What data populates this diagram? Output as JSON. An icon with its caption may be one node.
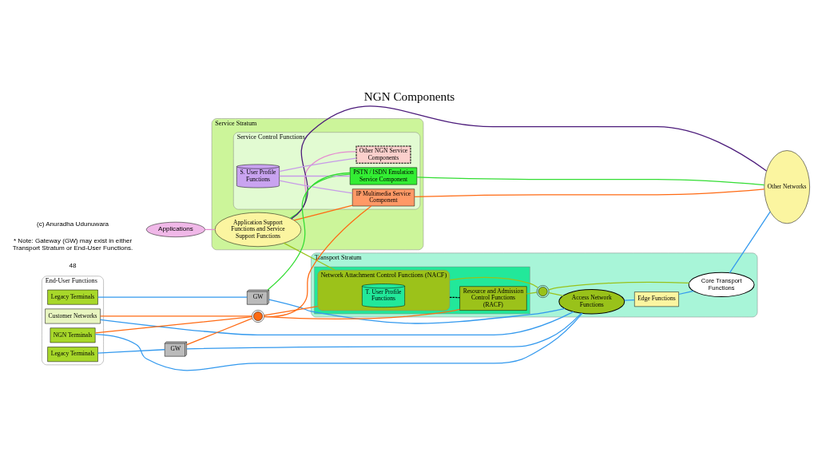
{
  "diagram": {
    "title": "NGN Components",
    "nodes": [
      {
        "text": [
          "Applications"
        ]
      },
      {
        "text": [
          "Service Stratum"
        ]
      },
      {
        "text": [
          "Application Support Functions and Service Support Functions"
        ],
        "in": 1
      },
      {
        "text": [
          "Service Control Functions"
        ],
        "in": 1
      },
      {
        "text": [
          "S. User Profile Functions"
        ],
        "in": 3
      },
      {
        "text": [
          "Other NGN Service Components"
        ],
        "in": 3
      },
      {
        "text": [
          "PSTN / ISDN Emulation Service Component"
        ],
        "in": 3
      },
      {
        "text": [
          "IP Multimedia Service Component"
        ],
        "in": 3
      },
      {
        "text": [
          "Transport Stratum"
        ]
      },
      {
        "text": [],
        "shape": "box",
        "in": 8
      },
      {
        "text": [
          "Network Attachment Control Functions (NACF)"
        ],
        "in": 9
      },
      {
        "text": [
          "T. User Profile Functions"
        ],
        "in": 10
      },
      {
        "text": [
          "Resource and Admission Control Functions (RACF)"
        ],
        "in": 9
      },
      {
        "text": [
          "Access Network Functions"
        ],
        "in": 8
      },
      {
        "text": [
          "Edge Functions"
        ],
        "in": 8
      },
      {
        "text": [
          "Core Transport Functions"
        ],
        "in": 8
      },
      {
        "text": [
          "End-User Functions"
        ]
      },
      {
        "text": [
          "Legacy Terminals"
        ],
        "in": 16
      },
      {
        "text": [
          "Legacy Terminals"
        ],
        "in": 16
      },
      {
        "text": [
          "Customer Networks"
        ],
        "in": 16
      },
      {
        "text": [
          "NGN Terminals"
        ],
        "in": 16
      },
      {
        "text": [
          "GW"
        ]
      },
      {
        "text": [
          "GW"
        ]
      },
      {
        "text": [
          "Other Networks"
        ]
      },
      {
        "text": [],
        "shape": "circle"
      },
      {
        "text": [],
        "shape": "circle",
        "in": 8
      }
    ],
    "edges": [
      {
        "from": 0,
        "to": 2,
        "arrow": "none",
        "color": "#e58ad0"
      },
      {
        "from": 2,
        "to": 5,
        "arrow": "none",
        "color": "#e58ad0"
      },
      {
        "from": 2,
        "to": 23,
        "arrow": "none",
        "color": "#4b1a7a"
      },
      {
        "from": 4,
        "to": 5,
        "arrow": "none",
        "color": "#c79be8"
      },
      {
        "from": 4,
        "to": 6,
        "arrow": "none",
        "color": "#c79be8"
      },
      {
        "from": 4,
        "to": 7,
        "arrow": "none",
        "color": "#c79be8"
      },
      {
        "from": 2,
        "to": 6,
        "arrow": "none",
        "color": "#33dd33"
      },
      {
        "from": 2,
        "to": 7,
        "arrow": "none",
        "color": "#ff6a13"
      },
      {
        "from": 2,
        "to": 10,
        "arrow": "none",
        "color": "#99c21a"
      },
      {
        "from": 6,
        "to": 23,
        "arrow": "none",
        "color": "#33dd33"
      },
      {
        "from": 7,
        "to": 23,
        "arrow": "none",
        "color": "#ff6a13"
      },
      {
        "from": 21,
        "to": 6,
        "arrow": "none",
        "color": "#33dd33"
      },
      {
        "from": 17,
        "to": 21,
        "arrow": "none"
      },
      {
        "from": 18,
        "to": 22,
        "arrow": "none"
      },
      {
        "from": 21,
        "to": 13,
        "arrow": "none"
      },
      {
        "from": 22,
        "to": 13,
        "arrow": "none"
      },
      {
        "from": 19,
        "to": 13,
        "arrow": "none"
      },
      {
        "from": 20,
        "to": 13,
        "arrow": "none"
      },
      {
        "from": 13,
        "to": 14,
        "arrow": "none"
      },
      {
        "from": 14,
        "to": 15,
        "arrow": "none"
      },
      {
        "from": 15,
        "to": 23,
        "arrow": "none"
      },
      {
        "from": 22,
        "to": 24,
        "arrow": "none",
        "color": "#ff6a13"
      },
      {
        "from": 19,
        "to": 24,
        "arrow": "none",
        "color": "#ff6a13"
      },
      {
        "from": 20,
        "to": 24,
        "arrow": "none",
        "color": "#ff6a13"
      },
      {
        "from": 24,
        "to": 7,
        "arrow": "none",
        "color": "#ff6a13"
      },
      {
        "from": 24,
        "to": 10,
        "arrow": "none",
        "color": "#ff6a13"
      },
      {
        "from": 24,
        "to": 12,
        "arrow": "none",
        "color": "#ff6a13"
      },
      {
        "from": 10,
        "to": 12,
        "arrow": "none",
        "style": "dashed",
        "color": "#000000"
      },
      {
        "from": 10,
        "to": 25,
        "arrow": "none",
        "color": "#99c21a"
      },
      {
        "from": 12,
        "to": 25,
        "arrow": "none",
        "color": "#99c21a"
      },
      {
        "from": 25,
        "to": 13,
        "arrow": "none",
        "color": "#99c21a"
      },
      {
        "from": 25,
        "to": 15,
        "arrow": "none",
        "color": "#99c21a"
      }
    ],
    "labels": [
      "48",
      "* Note: Gateway (GW) may exist in either Transport Stratum or End-User Functions.",
      "(c) Anuradha Udunuwara"
    ]
  }
}
